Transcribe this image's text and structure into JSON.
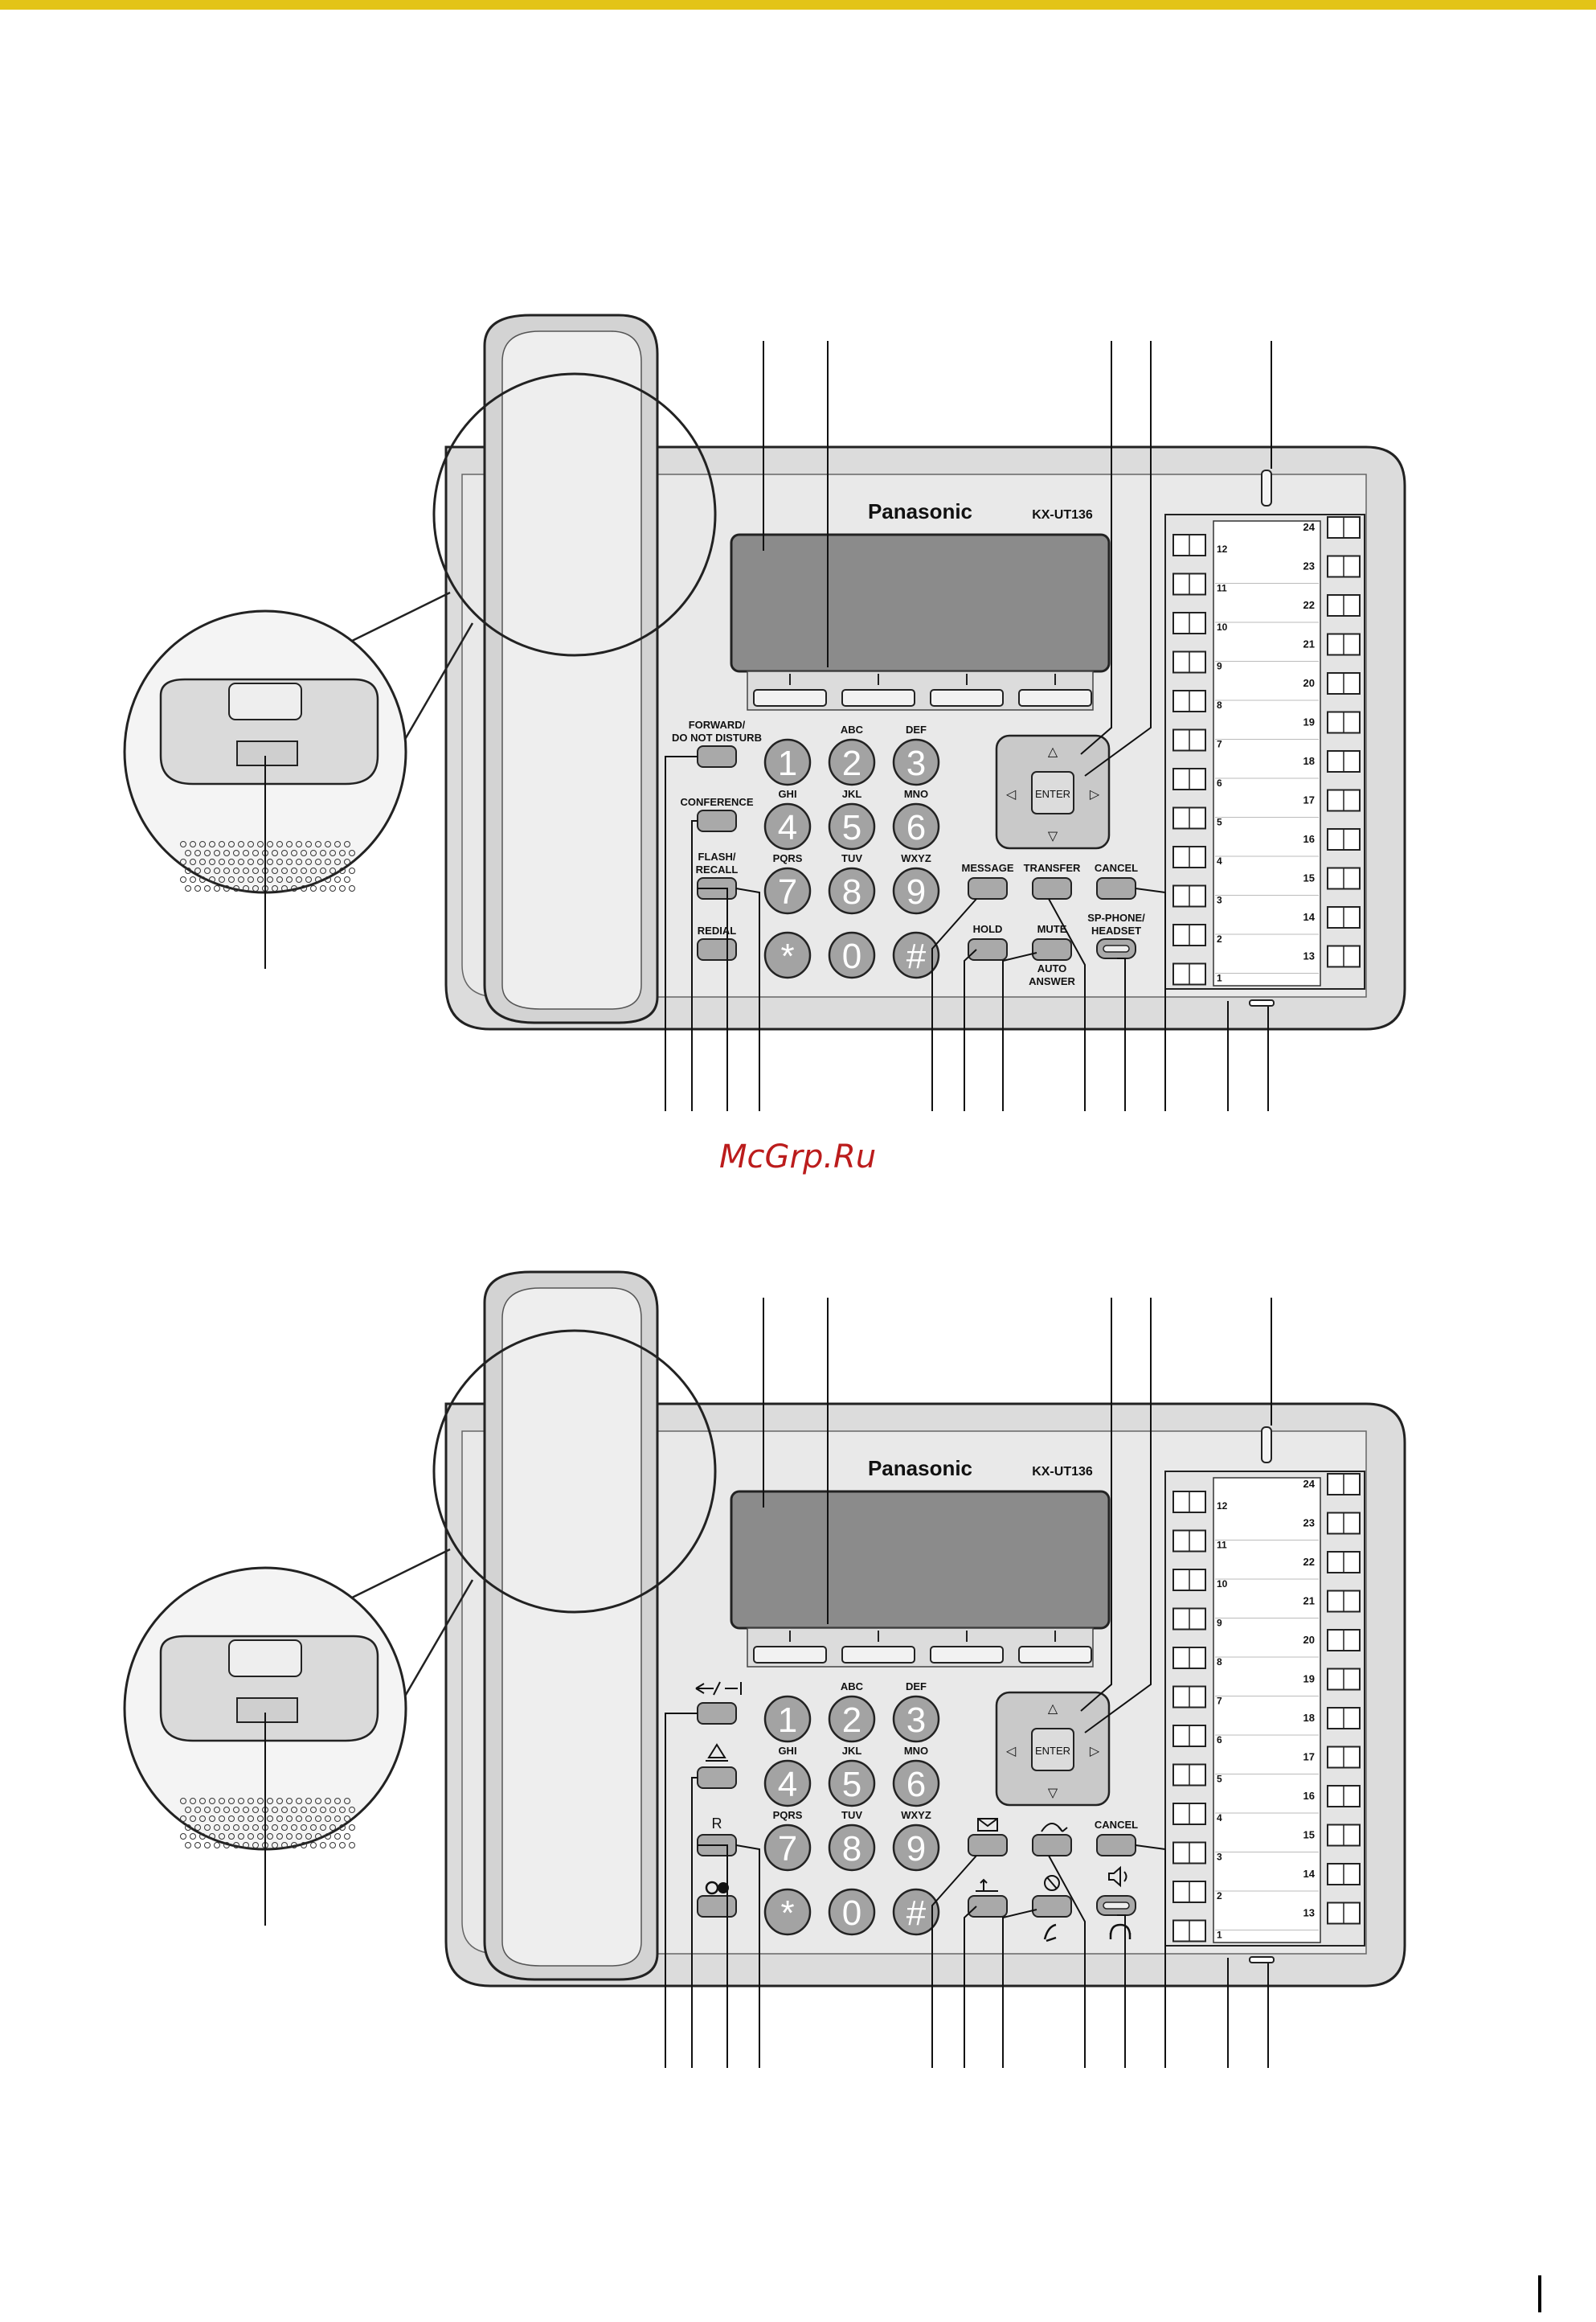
{
  "watermark": "McGrp.Ru",
  "brand": "Panasonic",
  "model": "KX-UT136",
  "keypad": [
    {
      "digit": "1",
      "letters": ""
    },
    {
      "digit": "2",
      "letters": "ABC"
    },
    {
      "digit": "3",
      "letters": "DEF"
    },
    {
      "digit": "4",
      "letters": "GHI"
    },
    {
      "digit": "5",
      "letters": "JKL"
    },
    {
      "digit": "6",
      "letters": "MNO"
    },
    {
      "digit": "7",
      "letters": "PQRS"
    },
    {
      "digit": "8",
      "letters": "TUV"
    },
    {
      "digit": "9",
      "letters": "WXYZ"
    },
    {
      "digit": "*",
      "letters": ""
    },
    {
      "digit": "0",
      "letters": ""
    },
    {
      "digit": "#",
      "letters": ""
    }
  ],
  "dss_right": [
    "24",
    "23",
    "22",
    "21",
    "20",
    "19",
    "18",
    "17",
    "16",
    "15",
    "14",
    "13"
  ],
  "dss_left": [
    "12",
    "11",
    "10",
    "9",
    "8",
    "7",
    "6",
    "5",
    "4",
    "3",
    "2",
    "1"
  ],
  "nav": {
    "up": "△",
    "down": "▽",
    "left": "◁",
    "right": "▷",
    "enter": "ENTER"
  },
  "phone1": {
    "forward": [
      "FORWARD/",
      "DO NOT DISTURB"
    ],
    "conference": "CONFERENCE",
    "flash": [
      "FLASH/",
      "RECALL"
    ],
    "redial": "REDIAL",
    "message": "MESSAGE",
    "transfer": "TRANSFER",
    "cancel": "CANCEL",
    "hold": "HOLD",
    "mute": "MUTE",
    "auto_answer": [
      "AUTO",
      "ANSWER"
    ],
    "spphone": [
      "SP-PHONE/",
      "HEADSET"
    ]
  },
  "phone2": {
    "flash": "R",
    "cancel": "CANCEL",
    "icons": {
      "forward": "forward-dnd-icon",
      "conference": "conference-icon",
      "redial": "redial-icon",
      "message": "message-envelope-icon",
      "transfer": "transfer-icon",
      "hold": "hold-icon",
      "mute": "mute-icon",
      "auto_answer": "auto-answer-icon",
      "speaker": "speaker-icon",
      "headset": "headset-icon"
    }
  }
}
